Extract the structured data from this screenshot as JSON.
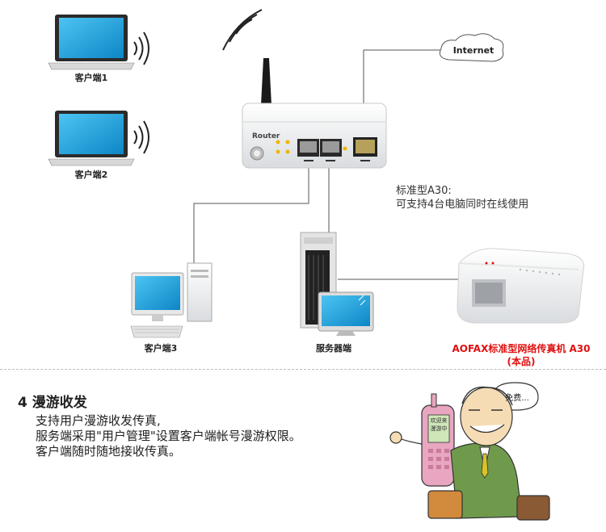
{
  "diagram": {
    "internet_label": "Internet",
    "router_label": "Router",
    "client1_label": "客户端1",
    "client2_label": "客户端2",
    "client3_label": "客户端3",
    "server_label": "服务器端",
    "note_line1": "标准型A30:",
    "note_line2": "可支持4台电脑同时在线使用",
    "product_line1": "AOFAX标准型网络传真机 A30",
    "product_line2": "(本品)"
  },
  "feature": {
    "title": "4 漫游收发",
    "lines": [
      "支持用户漫游收发传真,",
      "服务端采用\"用户管理\"设置客户端帐号漫游权限。",
      "客户端随时随地接收传真。"
    ]
  },
  "cartoon": {
    "speech_text": "免费...",
    "phone_screen_line1": "欢迎来",
    "phone_screen_line2": "漫游中"
  },
  "colors": {
    "screen_blue": "#1aa3e0",
    "accent_red": "#e01010",
    "phone_pink": "#e8a6c0",
    "suit_green": "#6f9a4c"
  }
}
